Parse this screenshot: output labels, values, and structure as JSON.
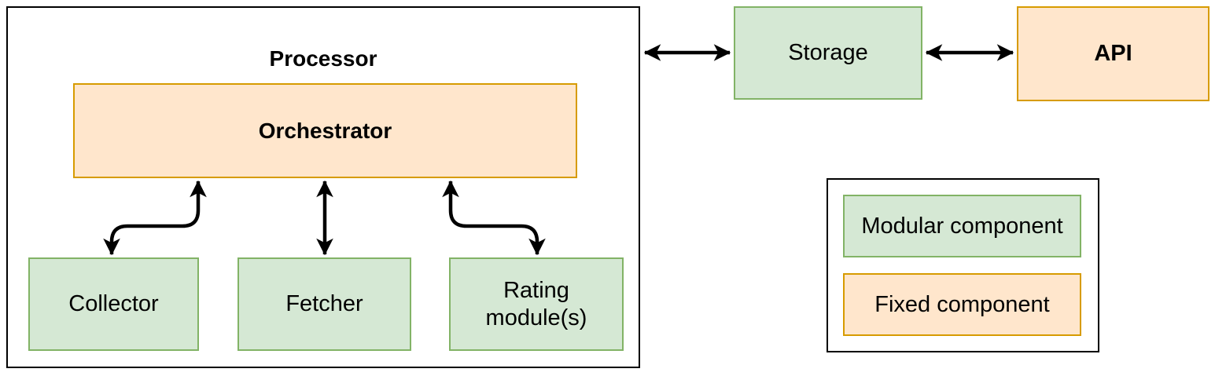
{
  "processor": {
    "title": "Processor",
    "orchestrator_label": "Orchestrator",
    "modules": [
      {
        "label": "Collector"
      },
      {
        "label": "Fetcher"
      },
      {
        "label": "Rating module(s)"
      }
    ]
  },
  "storage": {
    "label": "Storage"
  },
  "api": {
    "label": "API"
  },
  "legend": {
    "modular_label": "Modular component",
    "fixed_label": "Fixed component"
  },
  "connections": [
    {
      "from": "Orchestrator",
      "to": "Collector",
      "bidirectional": true
    },
    {
      "from": "Orchestrator",
      "to": "Fetcher",
      "bidirectional": true
    },
    {
      "from": "Orchestrator",
      "to": "Rating module(s)",
      "bidirectional": true
    },
    {
      "from": "Processor",
      "to": "Storage",
      "bidirectional": true
    },
    {
      "from": "Storage",
      "to": "API",
      "bidirectional": true
    }
  ],
  "colors": {
    "modular_fill": "#d5e8d4",
    "modular_stroke": "#82b366",
    "fixed_fill": "#ffe6cc",
    "fixed_stroke": "#d79b00",
    "container_stroke": "#000000",
    "arrow": "#000000",
    "text": "#000000",
    "background": "#ffffff"
  }
}
